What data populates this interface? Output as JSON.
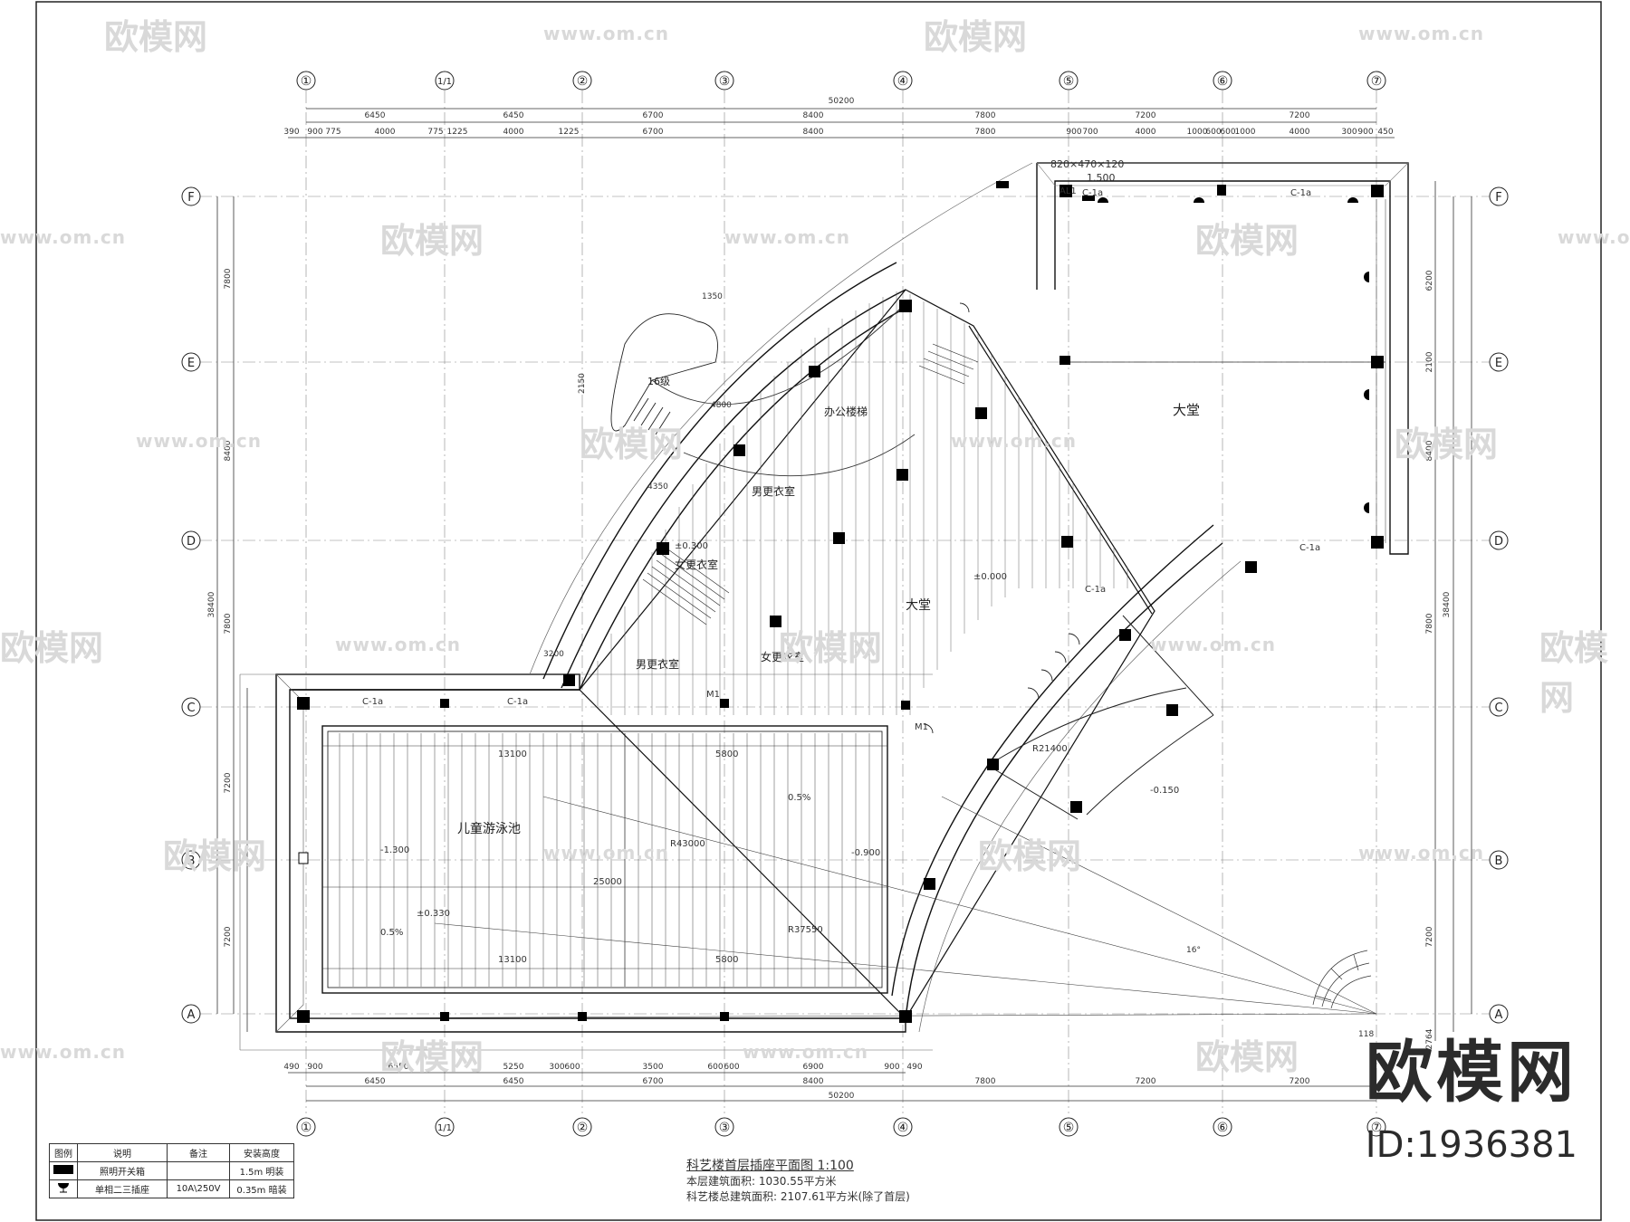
{
  "watermark": {
    "logo": "欧模网",
    "url": "www.om.cn"
  },
  "brand": {
    "name": "欧模网",
    "id": "ID:1936381"
  },
  "axes": {
    "top_labels": [
      "①",
      "1/1",
      "②",
      "③",
      "④",
      "⑤",
      "⑥",
      "⑦"
    ],
    "left_labels": [
      "F",
      "E",
      "D",
      "C",
      "B",
      "A"
    ]
  },
  "dims_top": {
    "total": "50200",
    "row1": [
      "6450",
      "6450",
      "6700",
      "8400",
      "7800",
      "7200",
      "7200"
    ],
    "row2": [
      "390",
      "900",
      "775",
      "4000",
      "775",
      "1225",
      "4000",
      "1225",
      "6700",
      "8400",
      "7800",
      "900",
      "700",
      "4000",
      "1000",
      "600",
      "600",
      "1000",
      "4000",
      "300",
      "900",
      "450"
    ]
  },
  "dims_bottom": {
    "total": "50200",
    "row1": [
      "6450",
      "6450",
      "6700",
      "8400",
      "7800",
      "7200",
      "7200"
    ],
    "row2": [
      "490",
      "900",
      "6550",
      "5250",
      "300",
      "600",
      "3500",
      "600",
      "600",
      "6900",
      "900",
      "490"
    ]
  },
  "dims_left": {
    "total": "38400",
    "spans": [
      "7800",
      "8400",
      "7800",
      "7200",
      "7200"
    ]
  },
  "dims_right": {
    "total": "38400",
    "spans": [
      "6200",
      "2100",
      "8400",
      "7800",
      "7200",
      "2764"
    ]
  },
  "rooms": {
    "lobby": "大堂",
    "hall": "大堂",
    "pool": "儿童游泳池",
    "office_stair": "办公楼梯",
    "male_change": "男更衣室",
    "female_change_1": "女更衣室",
    "female_change_2": "女更衣室",
    "male_change_2": "男更衣室",
    "stair_16": "16级"
  },
  "annotations": {
    "size_top": "820×470×120",
    "elev_top": "1.500",
    "al1": "AL1",
    "elev_0": "±0.000",
    "elev_m0150": "-0.150",
    "elev_m0900": "-0.900",
    "elev_m1300": "-1.300",
    "elev_p0300": "±0.300",
    "elev_p0330": "±0.330",
    "slope": "0.5%",
    "dim_13100": "13100",
    "dim_25000": "25000",
    "dim_5800": "5800",
    "r_43000": "R43000",
    "r_37550": "R37550",
    "r_21400": "R21400",
    "c1a": "C-1a",
    "m1": "M1",
    "step_deg": "16°",
    "dim_2150": "2150",
    "dim_1350": "1350",
    "dim_4800": "4800",
    "dim_4350": "4350",
    "dim_3200": "3200",
    "dim_118": "118"
  },
  "legend": {
    "headers": [
      "图例",
      "说明",
      "备注",
      "安装高度"
    ],
    "rows": [
      [
        "",
        "照明开关箱",
        "",
        "1.5m 明装"
      ],
      [
        "",
        "单相二三插座",
        "10A\\250V",
        "0.35m 暗装"
      ]
    ]
  },
  "title": {
    "main": "科艺楼首层插座平面图  1:100",
    "area_floor": "本层建筑面积: 1030.55平方米",
    "area_total": "科艺楼总建筑面积: 2107.61平方米(除了首层)"
  }
}
